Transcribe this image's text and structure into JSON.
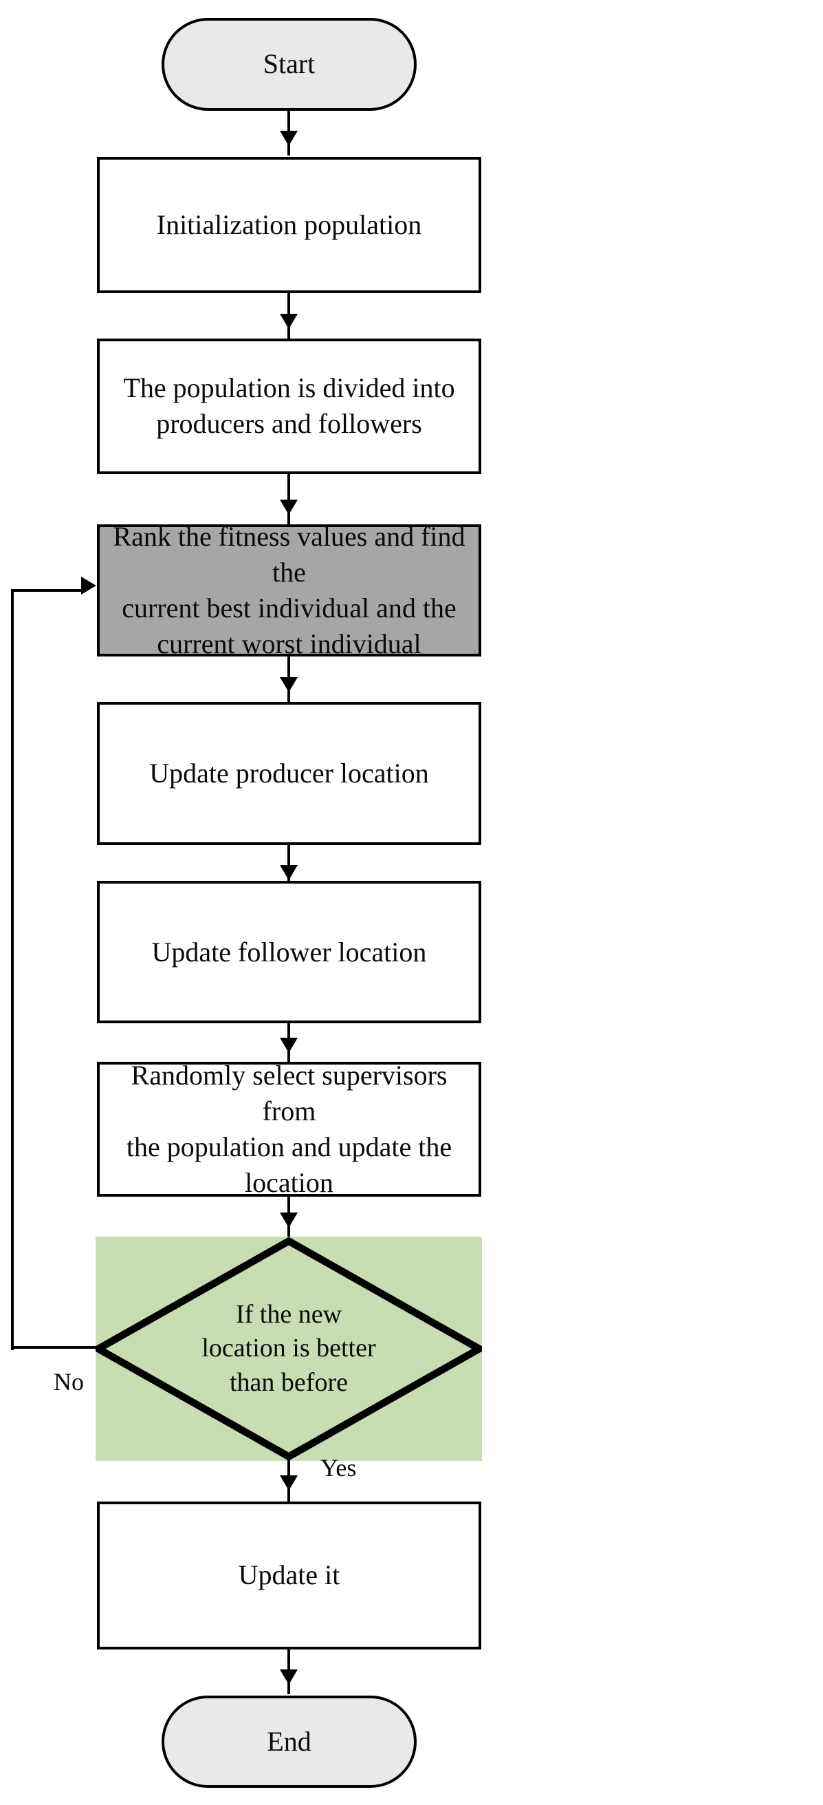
{
  "diagram": {
    "type": "flowchart",
    "title": "Sparrow Search Algorithm flowchart",
    "orientation": "top-to-bottom",
    "colors": {
      "background": "#ffffff",
      "stroke": "#000000",
      "terminator_fill": "#e9e9e9",
      "process_fill": "#ffffff",
      "highlight_fill": "#a6a6a6",
      "decision_fill": "#c8ddb2",
      "text": "#0a0a0a"
    },
    "nodes": [
      {
        "id": "start",
        "shape": "terminator",
        "label": "Start"
      },
      {
        "id": "init",
        "shape": "process",
        "label": "Initialization population"
      },
      {
        "id": "divide",
        "shape": "process",
        "label": "The population is divided into\nproducers and followers"
      },
      {
        "id": "rank",
        "shape": "process-highlighted",
        "label": "Rank the fitness values and find the\ncurrent best individual and the\ncurrent worst individual"
      },
      {
        "id": "producer",
        "shape": "process",
        "label": "Update producer location"
      },
      {
        "id": "follower",
        "shape": "process",
        "label": "Update follower location"
      },
      {
        "id": "supervisors",
        "shape": "process",
        "label": "Randomly select supervisors from\nthe population and update the\nlocation"
      },
      {
        "id": "decision",
        "shape": "decision",
        "label": "If the new\nlocation is better\nthan before"
      },
      {
        "id": "update",
        "shape": "process",
        "label": "Update it"
      },
      {
        "id": "end",
        "shape": "terminator",
        "label": "End"
      }
    ],
    "edges": [
      {
        "from": "start",
        "to": "init",
        "label": ""
      },
      {
        "from": "init",
        "to": "divide",
        "label": ""
      },
      {
        "from": "divide",
        "to": "rank",
        "label": ""
      },
      {
        "from": "rank",
        "to": "producer",
        "label": ""
      },
      {
        "from": "producer",
        "to": "follower",
        "label": ""
      },
      {
        "from": "follower",
        "to": "supervisors",
        "label": ""
      },
      {
        "from": "supervisors",
        "to": "decision",
        "label": ""
      },
      {
        "from": "decision",
        "to": "update",
        "label": "Yes"
      },
      {
        "from": "decision",
        "to": "rank",
        "label": "No"
      },
      {
        "from": "update",
        "to": "end",
        "label": ""
      }
    ],
    "edge_labels": {
      "no": "No",
      "yes": "Yes"
    }
  }
}
